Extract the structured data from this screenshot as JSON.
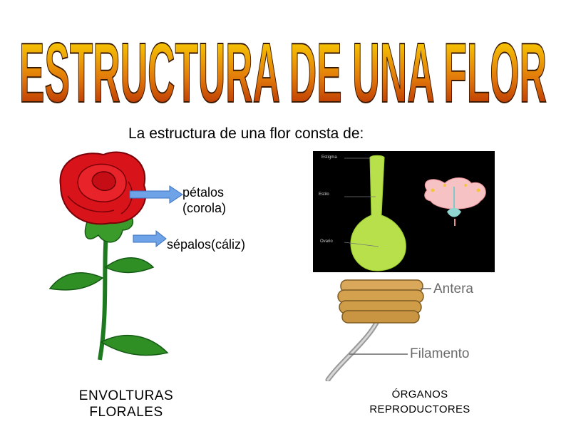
{
  "title": "ESTRUCTURA DE UNA FLOR",
  "subtitle": "La estructura de una flor consta de:",
  "labels": {
    "petalos_line1": "pétalos",
    "petalos_line2": "(corola)",
    "sepalos": "sépalos(cáliz)"
  },
  "pistil_labels": [
    "Estigma",
    "Estilo",
    "Ovario"
  ],
  "stamen_labels": {
    "antera": "Antera",
    "filamento": "Filamento"
  },
  "captions": {
    "envolturas_line1": "ENVOLTURAS",
    "envolturas_line2": "FLORALES",
    "organos_line1": "ÓRGANOS",
    "organos_line2": "REPRODUCTORES"
  },
  "colors": {
    "title_top": "#ffe600",
    "title_bottom": "#b01800",
    "rose_red": "#d9131a",
    "stem_green": "#1e7a1e",
    "arrow_blue": "#6fa3e8",
    "pistil_green": "#b7e04a",
    "anther_gold": "#d4a853"
  }
}
